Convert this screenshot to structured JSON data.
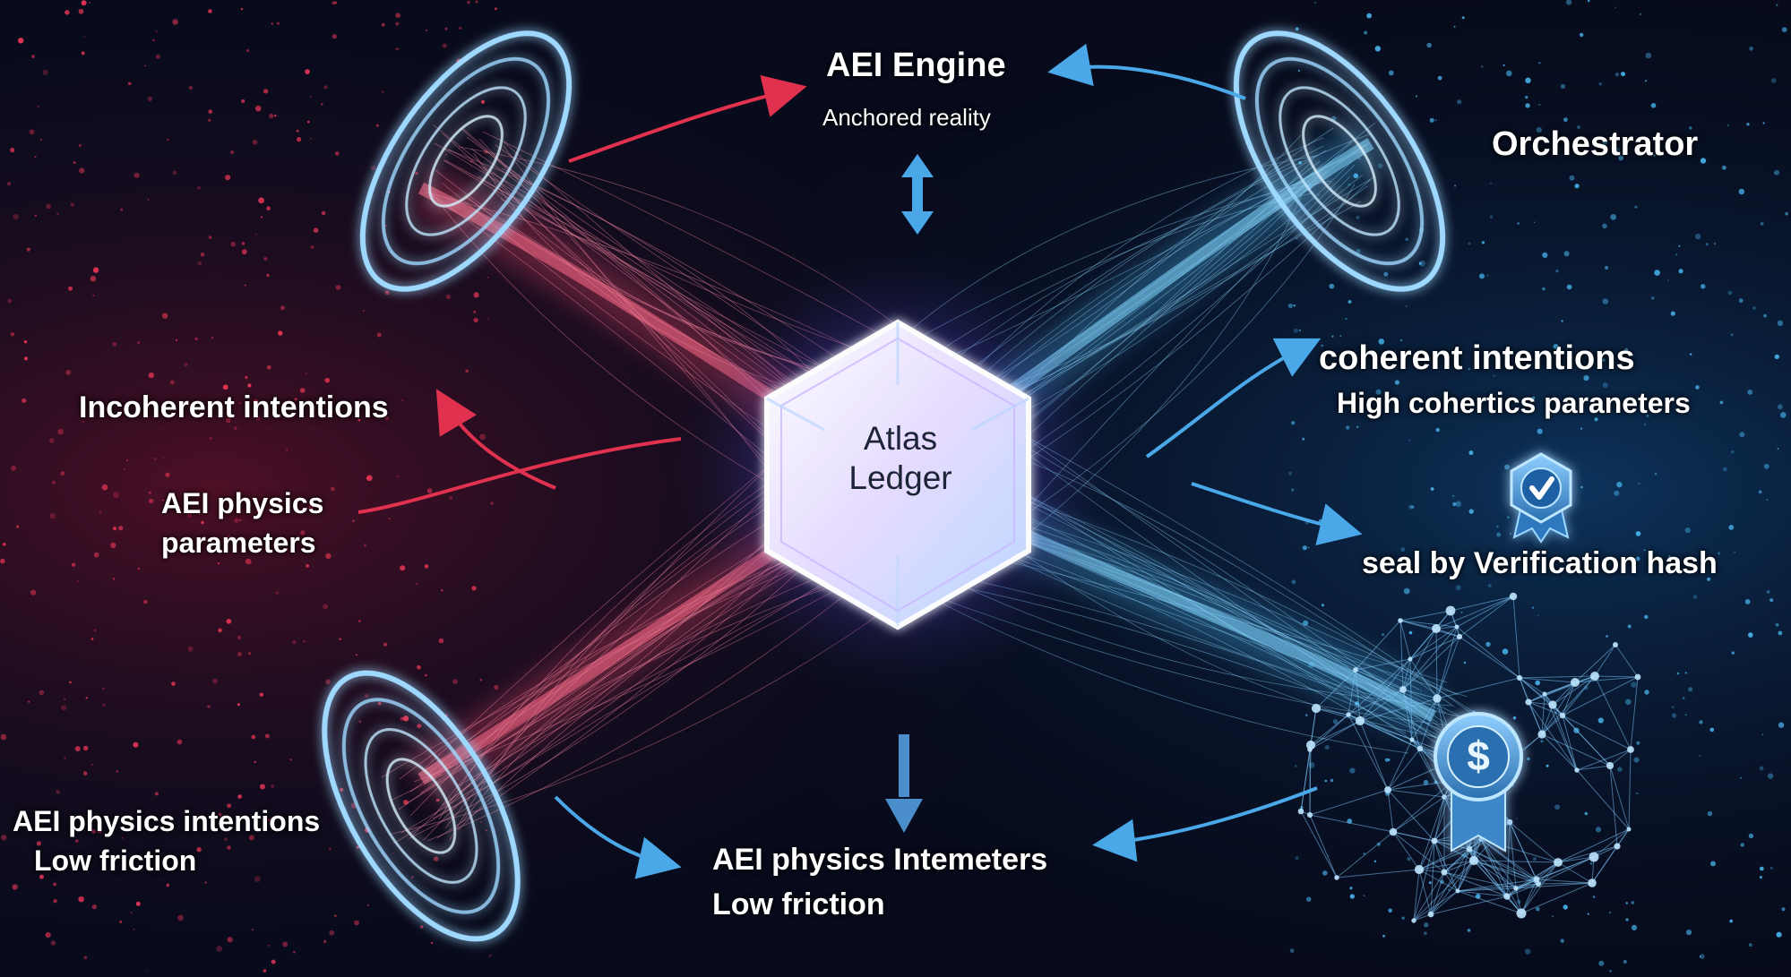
{
  "engine": {
    "title": "AEI Engine",
    "subtitle": "Anchored reality"
  },
  "orchestrator": {
    "label": "Orchestrator"
  },
  "left": {
    "incoherent": "Incoherent intentions",
    "physics_line1": "AEI physics",
    "physics_line2": "parameters",
    "bottom_line1": "AEI physics intentions",
    "bottom_line2": "Low friction"
  },
  "right": {
    "coherent_line1": "coherent intentions",
    "coherent_line2": "High cohertics paraneters",
    "seal": "seal by Verification hash"
  },
  "bottom": {
    "line1": "AEI physics Intemeters",
    "line2": "Low friction"
  },
  "center": {
    "line1": "Atlas",
    "line2": "Ledger"
  },
  "icons": {
    "checkmark_badge": "checkmark-badge-icon",
    "dollar_medal": "dollar-medal-icon",
    "vortex": "vortex-icon",
    "cube": "cube-icon"
  },
  "colors": {
    "background": "#070b1c",
    "incoherent_red": "#ff3a5c",
    "coherent_blue": "#4fc3ff",
    "ring_glow": "#9fd8ff",
    "arrow_red": "#e0314f",
    "arrow_blue": "#4aa8e8"
  }
}
